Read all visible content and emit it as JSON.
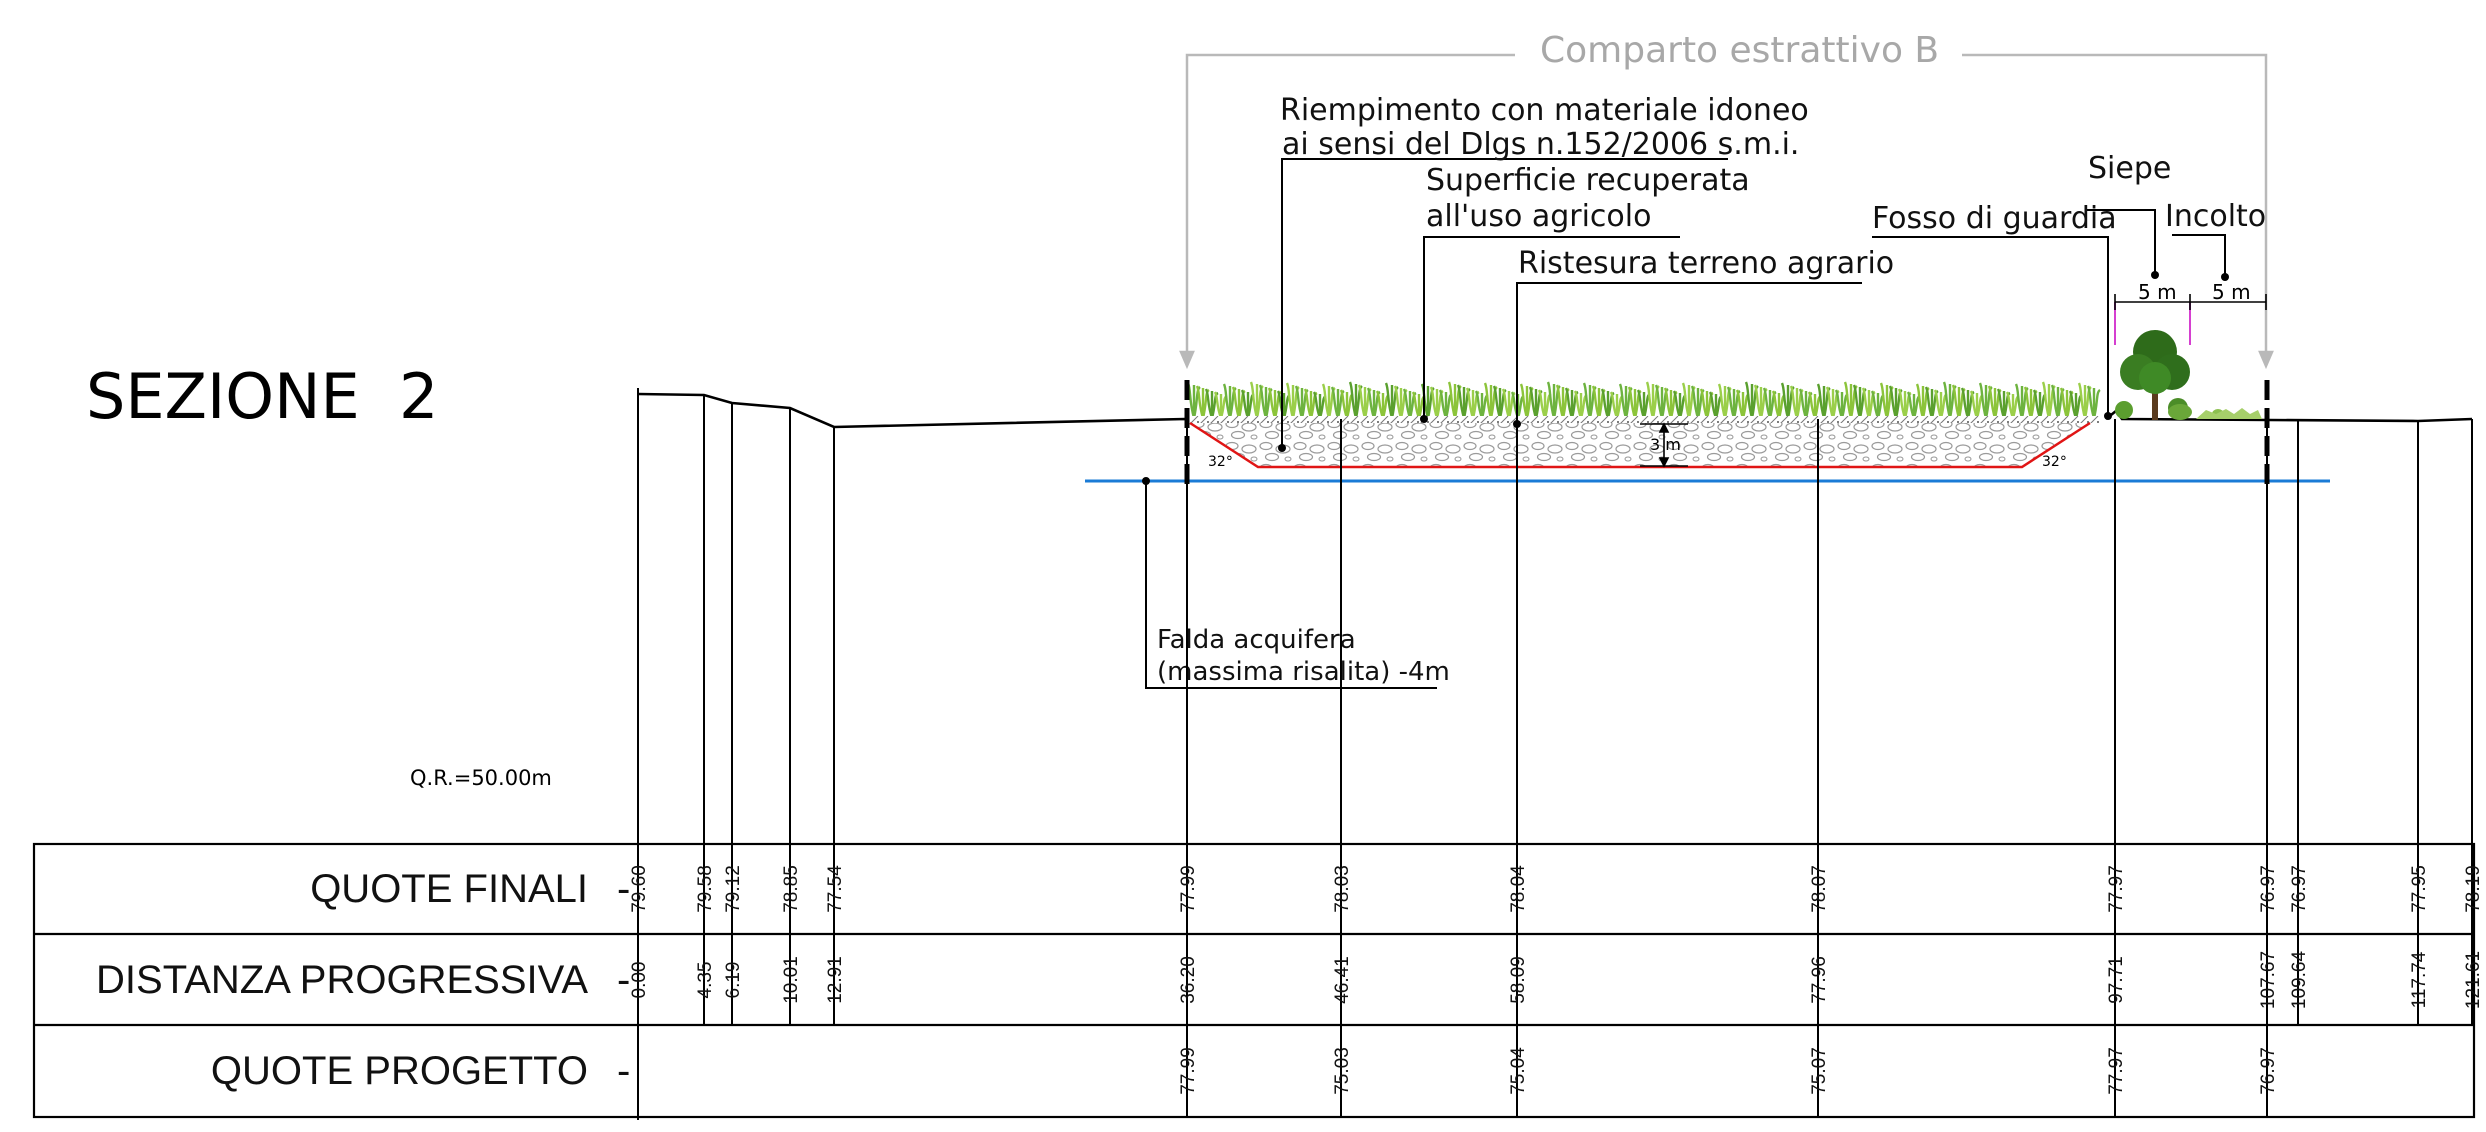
{
  "title": "SEZIONE  2",
  "reference_level": "Q.R.=50.00m",
  "compartment_label": "Comparto estrattivo B",
  "annotations": {
    "fill_line1": "Riempimento con materiale idoneo",
    "fill_line2": "ai sensi del Dlgs n.152/2006 s.m.i.",
    "surface_line1": "Superficie recuperata",
    "surface_line2": "all'uso agricolo",
    "topsoil": "Ristesura terreno agrario",
    "ditch": "Fosso di guardia",
    "hedge": "Siepe",
    "fallow": "Incolto",
    "aquifer_line1": "Falda acquifera",
    "aquifer_line2": "(massima risalita) -4m",
    "depth": "3 m",
    "slope_left": "32°",
    "slope_right": "32°",
    "width_hedge": "5 m",
    "width_fallow": "5 m"
  },
  "table": {
    "rows": [
      {
        "label": "QUOTE FINALI",
        "dash": "-"
      },
      {
        "label": "DISTANZA PROGRESSIVA",
        "dash": "-"
      },
      {
        "label": "QUOTE PROGETTO",
        "dash": "-"
      }
    ],
    "quote_finali": [
      "79.60",
      "79.58",
      "79.12",
      "78.85",
      "77.54",
      "77.99",
      "78.03",
      "78.04",
      "78.07",
      "77.97",
      "76.97",
      "76.97",
      "77.95",
      "78.19"
    ],
    "distanza_progressiva": [
      "0.00",
      "4.35",
      "6.19",
      "10.01",
      "12.91",
      "36.20",
      "46.41",
      "58.09",
      "77.96",
      "97.71",
      "107.67",
      "109.64",
      "117.74",
      "121.61"
    ],
    "quote_progetto": [
      "",
      "",
      "",
      "",
      "",
      "77.99",
      "75.03",
      "75.04",
      "75.07",
      "77.97",
      "76.97",
      "",
      "",
      ""
    ]
  }
}
